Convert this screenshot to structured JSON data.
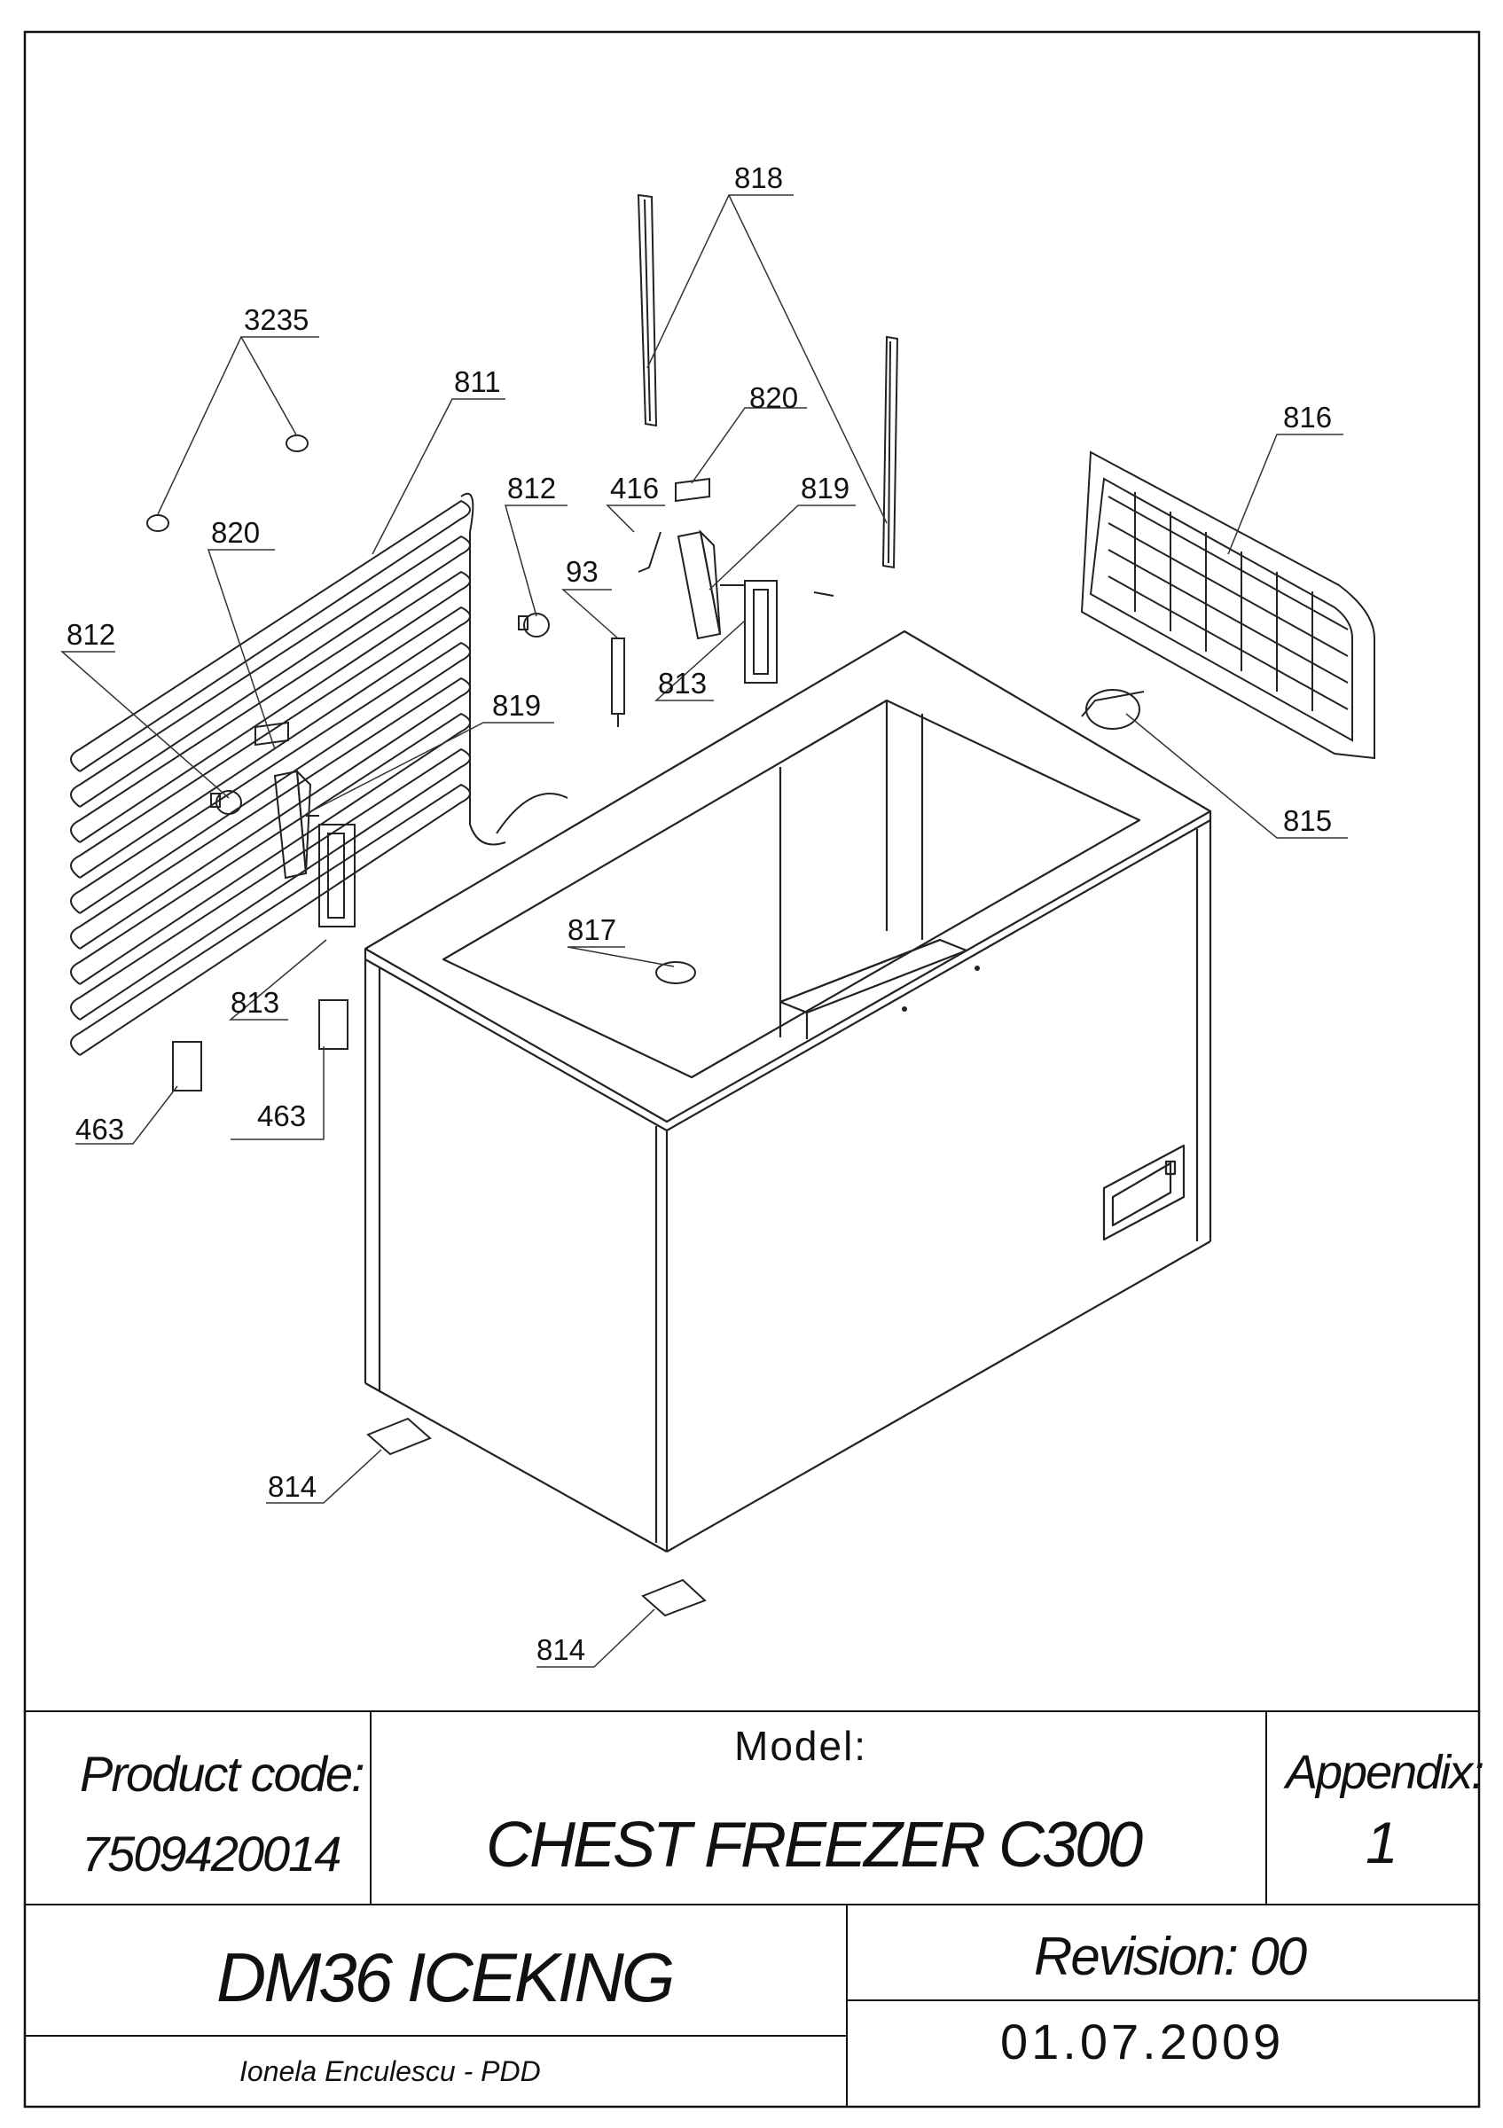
{
  "callouts": {
    "c818": "818",
    "c3235": "3235",
    "c811": "811",
    "c820a": "820",
    "c816": "816",
    "c812a": "812",
    "c416": "416",
    "c819a": "819",
    "c820b": "820",
    "c93": "93",
    "c812b": "812",
    "c813a": "813",
    "c819b": "819",
    "c815": "815",
    "c817": "817",
    "c813b": "813",
    "c463a": "463",
    "c463b": "463",
    "c814a": "814",
    "c814b": "814"
  },
  "title_block": {
    "product_code_label": "Product code:",
    "product_code": "7509420014",
    "model_label": "Model:",
    "model_name": "CHEST FREEZER C300",
    "appendix_label": "Appendix:",
    "appendix_value": "1",
    "project": "DM36 ICEKING",
    "revision": "Revision: 00",
    "author": "Ionela Enculescu - PDD",
    "date": "01.07.2009"
  }
}
